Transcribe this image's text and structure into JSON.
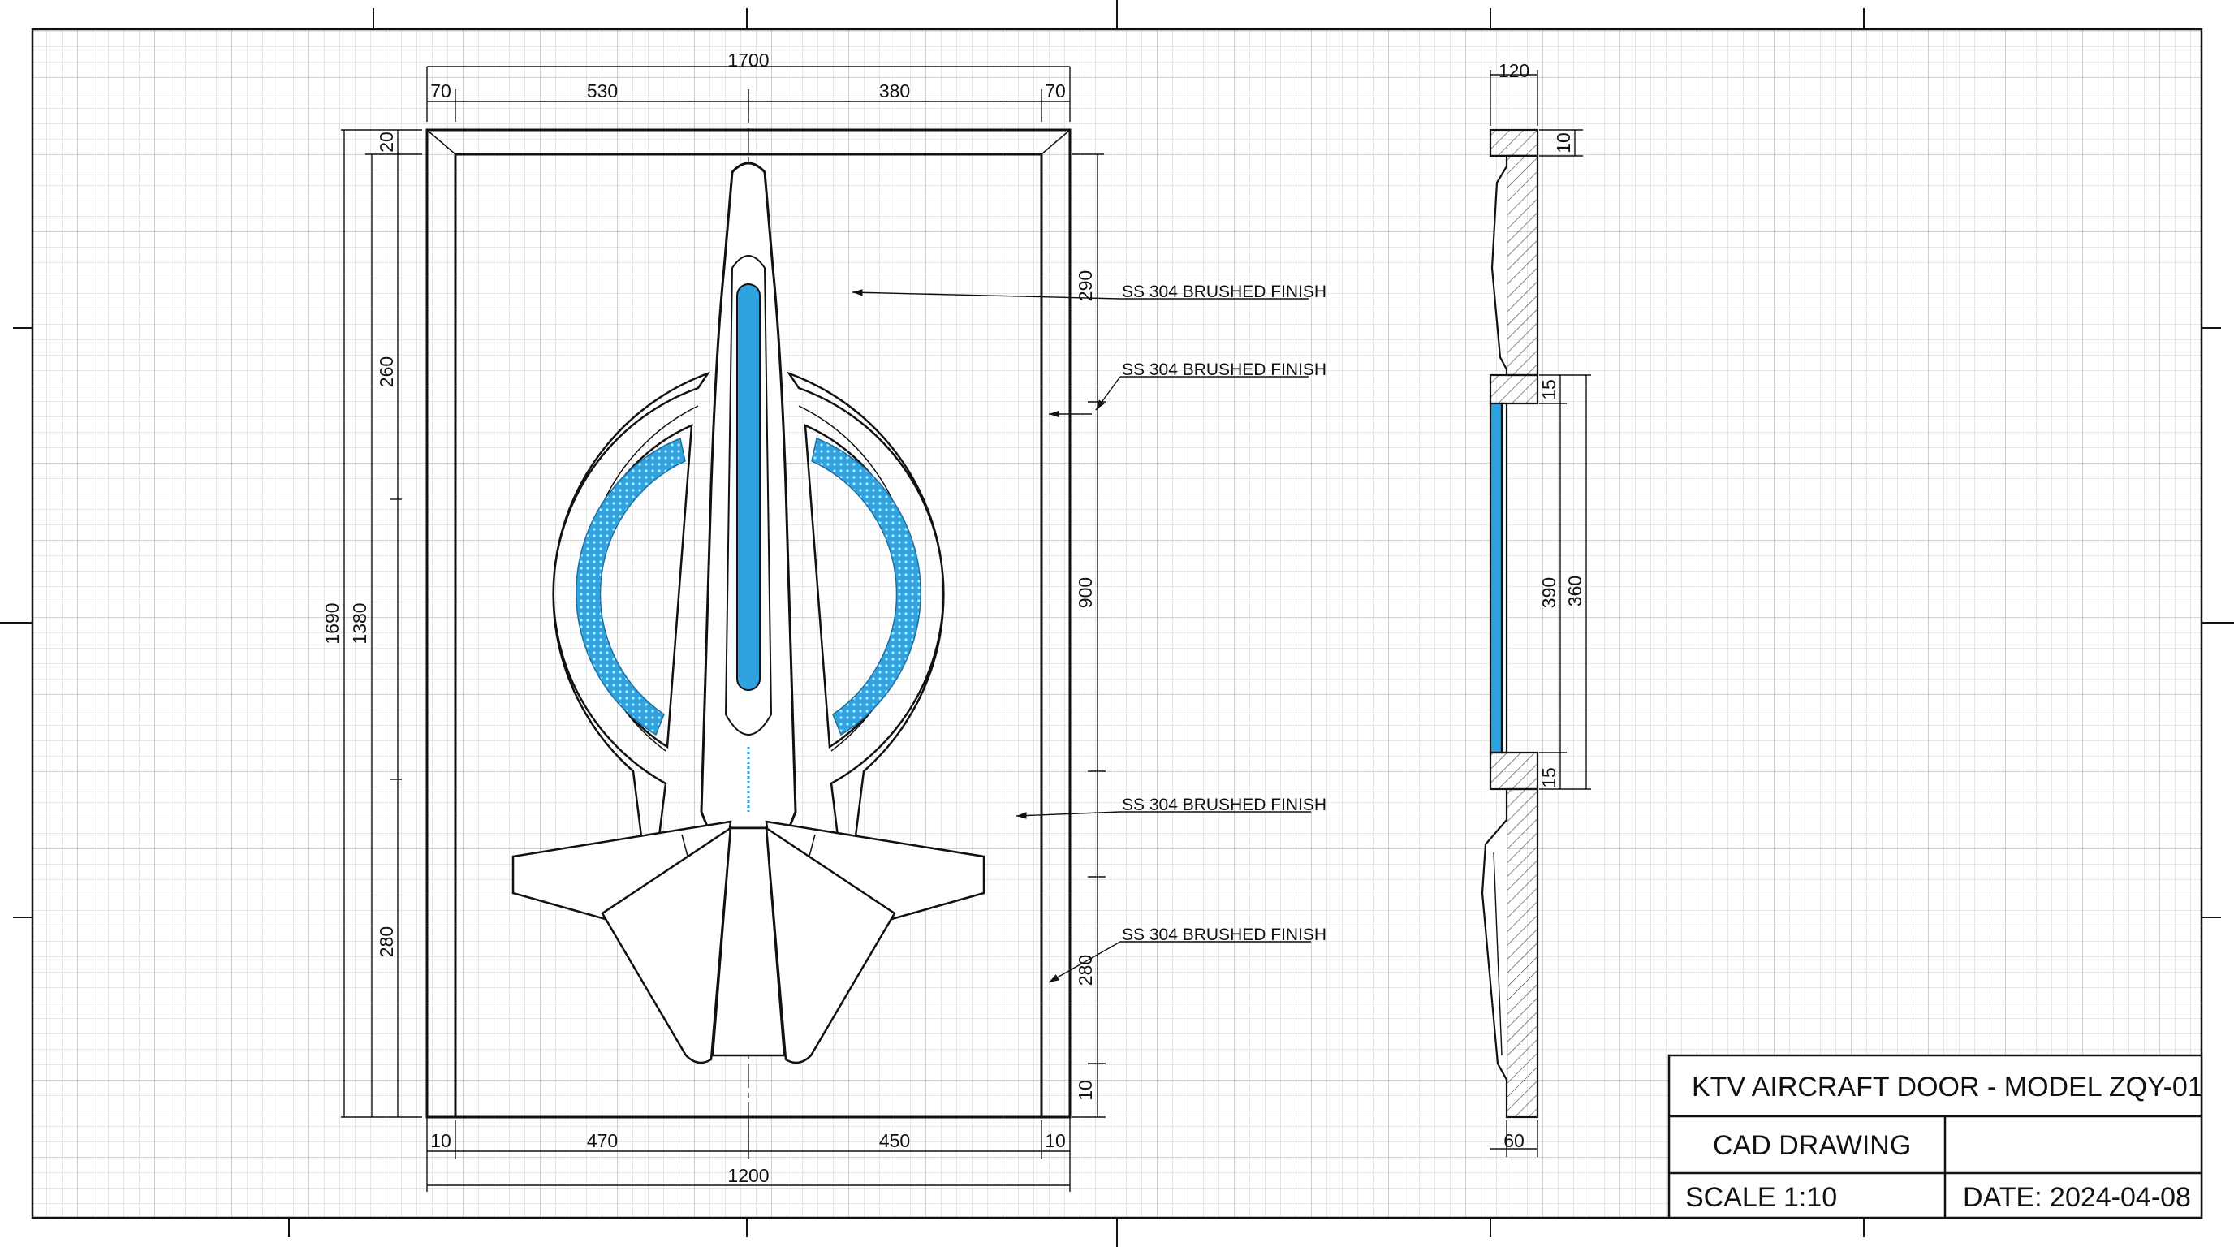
{
  "title_block": {
    "title": "KTV AIRCRAFT DOOR - MODEL ZQY-01",
    "drawing_type": "CAD DRAWING",
    "scale": "SCALE  1:10",
    "date": "DATE: 2024-04-08"
  },
  "front_view": {
    "dims": {
      "overall_width_top": "1700",
      "seg_70_left": "70",
      "seg_530": "530",
      "seg_380": "380",
      "seg_70_right": "70",
      "overall_width_bottom": "1200",
      "seg_10_left": "10",
      "seg_470": "470",
      "seg_450": "450",
      "seg_10_right": "10",
      "overall_height": "1690",
      "inner_height": "1380",
      "top_20": "20",
      "left_260": "260",
      "left_280": "280",
      "right_290": "290",
      "right_900": "900",
      "right_280": "280",
      "right_10": "10"
    },
    "notes": [
      "SS 304 BRUSHED FINISH",
      "SS 304 BRUSHED FINISH",
      "SS 304 BRUSHED FINISH",
      "SS 304 BRUSHED FINISH"
    ]
  },
  "side_view": {
    "dims": {
      "top_width": "120",
      "cap_10": "10",
      "win_15_top": "15",
      "win_390": "390",
      "win_360": "360",
      "win_15_bottom": "15",
      "bottom_width": "60"
    }
  },
  "colors": {
    "line": "#111111",
    "grid": "#c9c9c9",
    "glass": "#2fa3e0",
    "hatch": "#555555"
  }
}
